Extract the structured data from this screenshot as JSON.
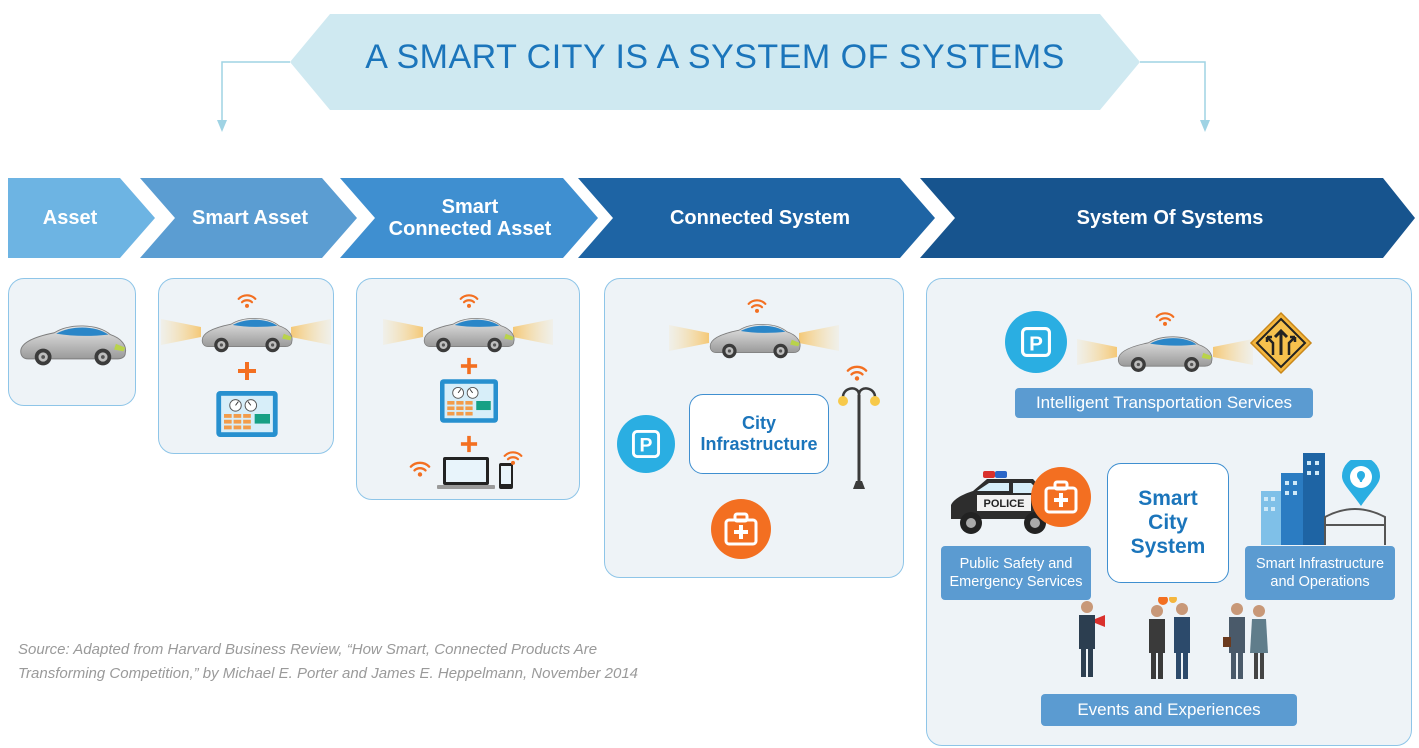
{
  "banner": {
    "title": "A SMART CITY IS A SYSTEM OF SYSTEMS"
  },
  "stages": [
    {
      "label": "Asset"
    },
    {
      "label": "Smart Asset"
    },
    {
      "label_line1": "Smart",
      "label_line2": "Connected Asset"
    },
    {
      "label": "Connected System"
    },
    {
      "label": "System Of Systems"
    }
  ],
  "connected_system": {
    "hub_line1": "City",
    "hub_line2": "Infrastructure"
  },
  "system_of_systems": {
    "its_label": "Intelligent Transportation Services",
    "hub_line1": "Smart",
    "hub_line2": "City",
    "hub_line3": "System",
    "public_safety_line1": "Public Safety and",
    "public_safety_line2": "Emergency Services",
    "infra_line1": "Smart Infrastructure",
    "infra_line2": "and Operations",
    "events_label": "Events and Experiences",
    "police_text": "POLICE"
  },
  "source": {
    "line1": "Source: Adapted from Harvard Business Review, “How Smart, Connected Products Are",
    "line2": "Transforming Competition,” by Michael E. Porter and James E. Heppelmann, November 2014"
  },
  "colors": {
    "chevron1": "#6db4e3",
    "chevron2": "#5b9dd2",
    "chevron3": "#3f8fd0",
    "chevron4": "#1e64a4",
    "chevron5": "#17548e",
    "orange": "#f36f21",
    "cyan": "#2aaee2",
    "banner": "#cfe9f1"
  }
}
